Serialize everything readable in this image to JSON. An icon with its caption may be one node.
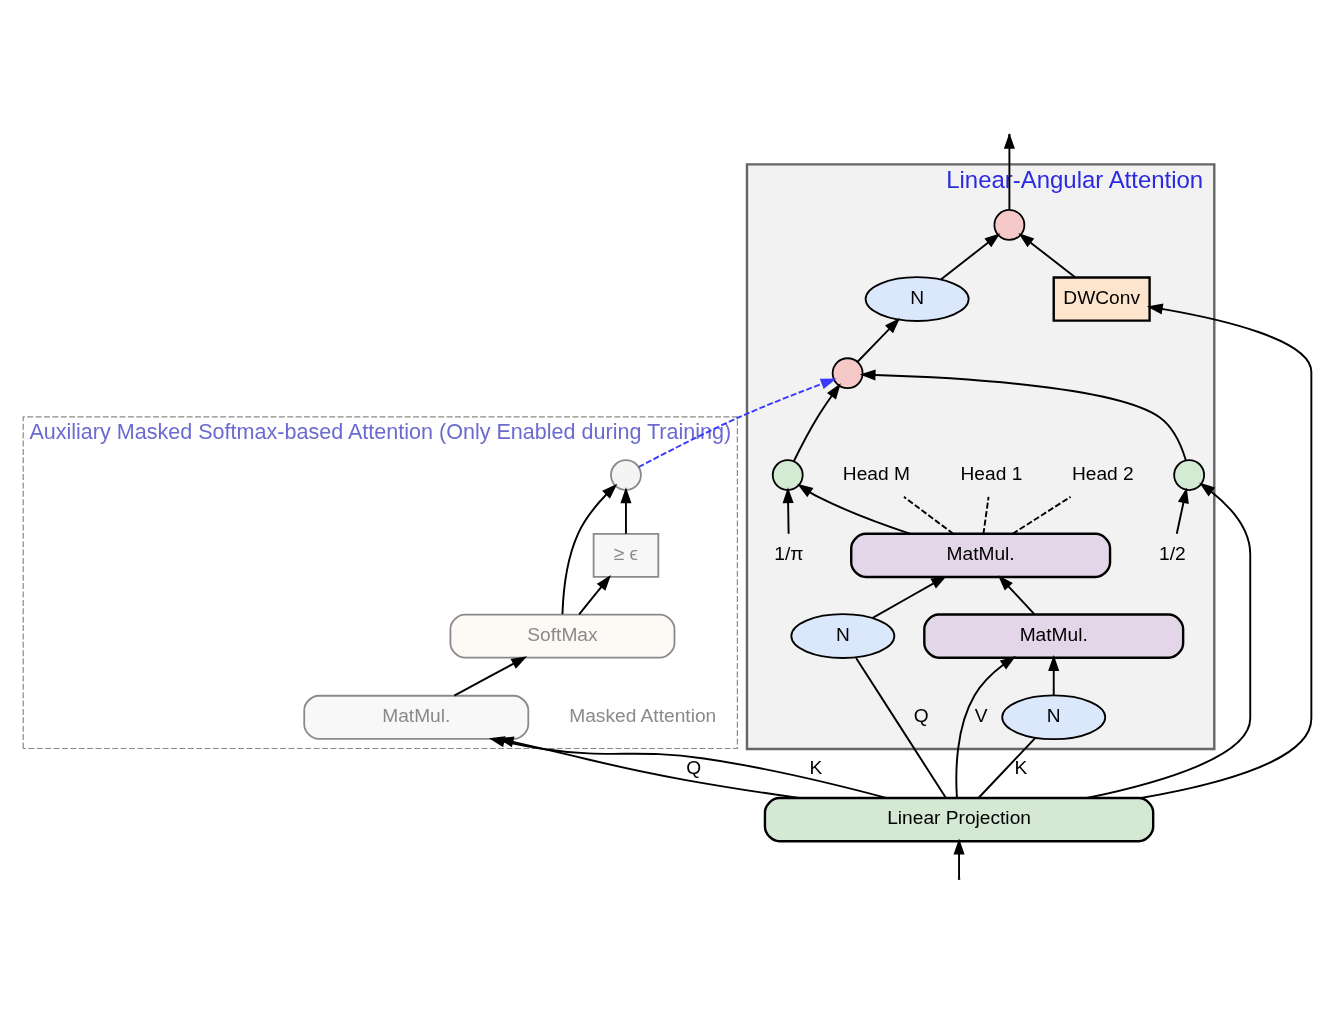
{
  "diagram": {
    "nodes": [
      {
        "text": [
          "Linear-Angular Attention"
        ]
      },
      {
        "text": [
          "Auxiliary Masked Softmax-based Attention (Only Enabled during Training)"
        ]
      },
      {
        "text": [
          "Masked Attention"
        ],
        "in": 1
      },
      {
        "text": [],
        "shape": "circle",
        "in": 1
      },
      {
        "text": [
          "≥ ϵ"
        ],
        "in": 1
      },
      {
        "text": [
          "SoftMax"
        ],
        "in": 1
      },
      {
        "text": [
          "MatMul."
        ],
        "in": 1
      },
      {
        "text": [],
        "shape": "circle",
        "in": 0
      },
      {
        "text": [
          "N"
        ],
        "in": 0
      },
      {
        "text": [
          "DWConv"
        ],
        "in": 0
      },
      {
        "text": [],
        "shape": "circle",
        "in": 0
      },
      {
        "text": [
          "1/π"
        ],
        "in": 0
      },
      {
        "text": [],
        "shape": "circle",
        "in": 0
      },
      {
        "text": [],
        "shape": "circle",
        "in": 0
      },
      {
        "text": [
          "1/2"
        ],
        "in": 0
      },
      {
        "text": [
          "MatMul."
        ],
        "in": 0
      },
      {
        "text": [
          "Head 1"
        ],
        "in": 0
      },
      {
        "text": [
          "Head 2"
        ],
        "in": 0
      },
      {
        "text": [
          "Head M"
        ],
        "in": 0
      },
      {
        "text": [
          "MatMul."
        ],
        "in": 0
      },
      {
        "text": [
          "N"
        ],
        "in": 0
      },
      {
        "text": [
          "N"
        ],
        "in": 0
      },
      {
        "text": [
          "Linear Projection"
        ]
      }
    ],
    "edges": [
      {
        "from": null,
        "to": 22,
        "arrow": "to"
      },
      {
        "from": 22,
        "to": 6,
        "arrow": "to",
        "label": "Q"
      },
      {
        "from": 22,
        "to": 6,
        "arrow": "to",
        "label": "K"
      },
      {
        "from": 6,
        "to": 5,
        "arrow": "to"
      },
      {
        "from": 5,
        "to": 3,
        "arrow": "to"
      },
      {
        "from": 5,
        "to": 4,
        "arrow": "to"
      },
      {
        "from": 4,
        "to": 3,
        "arrow": "to"
      },
      {
        "from": 3,
        "to": 10,
        "arrow": "to",
        "style": "dashed",
        "color": "#3a3aff"
      },
      {
        "from": 22,
        "to": 20,
        "arrow": "none",
        "label": "Q"
      },
      {
        "from": 22,
        "to": 21,
        "arrow": "none",
        "label": "K"
      },
      {
        "from": 22,
        "to": 19,
        "arrow": "to",
        "label": "V"
      },
      {
        "from": 22,
        "to": 9,
        "arrow": "to"
      },
      {
        "from": 22,
        "to": 13,
        "arrow": "to"
      },
      {
        "from": 20,
        "to": 15,
        "arrow": "to"
      },
      {
        "from": 21,
        "to": 19,
        "arrow": "to"
      },
      {
        "from": 19,
        "to": 15,
        "arrow": "to"
      },
      {
        "from": 15,
        "to": 16,
        "arrow": "none",
        "style": "dashed"
      },
      {
        "from": 15,
        "to": 17,
        "arrow": "none",
        "style": "dashed"
      },
      {
        "from": 15,
        "to": 18,
        "arrow": "none",
        "style": "dashed"
      },
      {
        "from": 15,
        "to": 12,
        "arrow": "to"
      },
      {
        "from": 11,
        "to": 12,
        "arrow": "to"
      },
      {
        "from": 14,
        "to": 13,
        "arrow": "to"
      },
      {
        "from": 12,
        "to": 10,
        "arrow": "to"
      },
      {
        "from": 13,
        "to": 10,
        "arrow": "to"
      },
      {
        "from": 10,
        "to": 8,
        "arrow": "to"
      },
      {
        "from": 8,
        "to": 7,
        "arrow": "to"
      },
      {
        "from": 9,
        "to": 7,
        "arrow": "to"
      },
      {
        "from": 7,
        "to": null,
        "arrow": "to"
      }
    ]
  }
}
